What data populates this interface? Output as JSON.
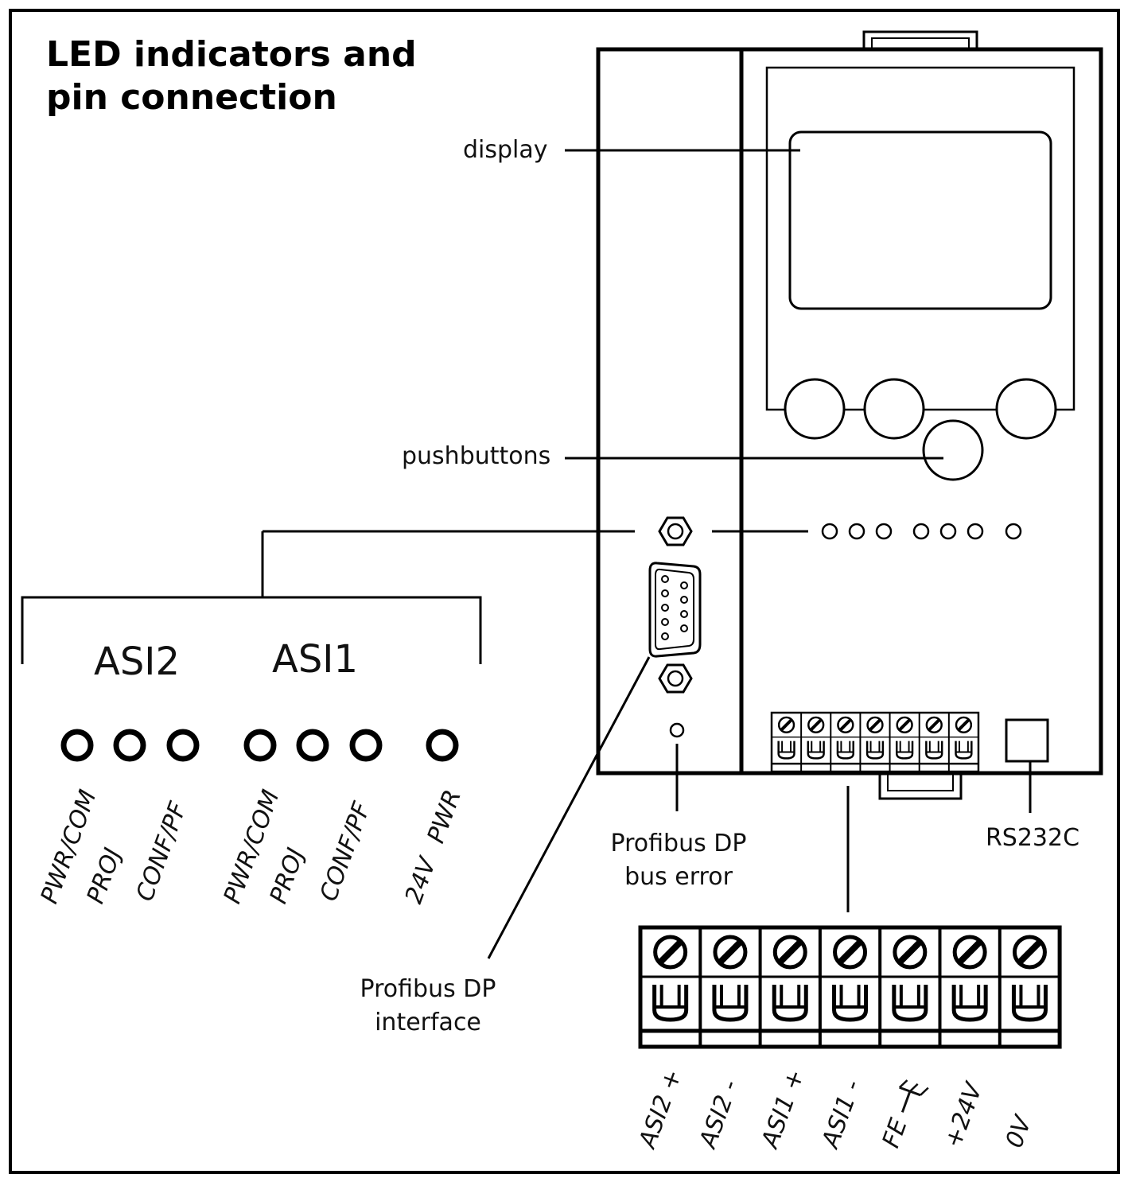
{
  "title": {
    "line1": "LED indicators and",
    "line2": "pin connection"
  },
  "callouts": {
    "display": "display",
    "pushbuttons": "pushbuttons",
    "bus_error_line1": "Profibus DP",
    "bus_error_line2": "bus error",
    "interface_line1": "Profibus DP",
    "interface_line2": "interface",
    "rs232c": "RS232C"
  },
  "led_groups": {
    "asi2": "ASI2",
    "asi1": "ASI1"
  },
  "led_labels": {
    "asi2_pwr_com": "PWR/COM",
    "asi2_proj": "PROJ",
    "asi2_conf_pf": "CONF/PF",
    "asi1_pwr_com": "PWR/COM",
    "asi1_proj": "PROJ",
    "asi1_conf_pf": "CONF/PF",
    "pwr_24v_a": "24V",
    "pwr_24v_b": "PWR"
  },
  "terminals": [
    "ASI2 +",
    "ASI2 -",
    "ASI1 +",
    "ASI1 -",
    "FE",
    "+24V",
    "0V"
  ]
}
